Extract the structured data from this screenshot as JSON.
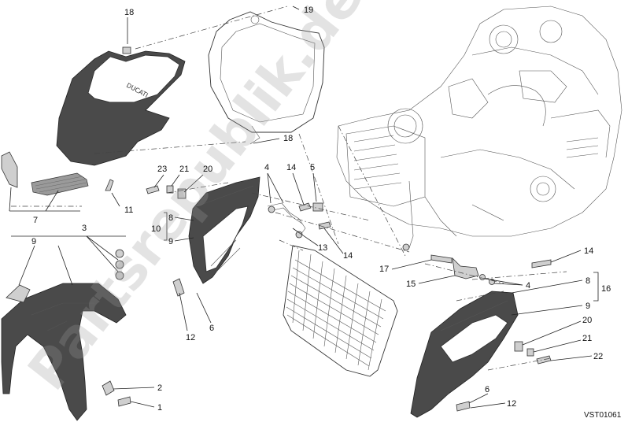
{
  "diagram": {
    "reference_code": "VST01061",
    "watermark": "Partsrepublik.de"
  },
  "callouts": [
    {
      "id": "c18a",
      "text": "18"
    },
    {
      "id": "c19",
      "text": "19"
    },
    {
      "id": "c18b",
      "text": "18"
    },
    {
      "id": "c7",
      "text": "7"
    },
    {
      "id": "c11",
      "text": "11"
    },
    {
      "id": "c23",
      "text": "23"
    },
    {
      "id": "c21a",
      "text": "21"
    },
    {
      "id": "c20a",
      "text": "20"
    },
    {
      "id": "c8a",
      "text": "8"
    },
    {
      "id": "c10",
      "text": "10"
    },
    {
      "id": "c9a",
      "text": "9"
    },
    {
      "id": "c3",
      "text": "3"
    },
    {
      "id": "c9b",
      "text": "9"
    },
    {
      "id": "c4a",
      "text": "4"
    },
    {
      "id": "c14a",
      "text": "14"
    },
    {
      "id": "c5",
      "text": "5"
    },
    {
      "id": "c13",
      "text": "13"
    },
    {
      "id": "c14b",
      "text": "14"
    },
    {
      "id": "c12a",
      "text": "12"
    },
    {
      "id": "c6a",
      "text": "6"
    },
    {
      "id": "c17",
      "text": "17"
    },
    {
      "id": "c15",
      "text": "15"
    },
    {
      "id": "c4b",
      "text": "4"
    },
    {
      "id": "c14c",
      "text": "14"
    },
    {
      "id": "c8b",
      "text": "8"
    },
    {
      "id": "c16",
      "text": "16"
    },
    {
      "id": "c9c",
      "text": "9"
    },
    {
      "id": "c20b",
      "text": "20"
    },
    {
      "id": "c21b",
      "text": "21"
    },
    {
      "id": "c22",
      "text": "22"
    },
    {
      "id": "c2",
      "text": "2"
    },
    {
      "id": "c1",
      "text": "1"
    },
    {
      "id": "c6b",
      "text": "6"
    },
    {
      "id": "c12b",
      "text": "12"
    }
  ]
}
